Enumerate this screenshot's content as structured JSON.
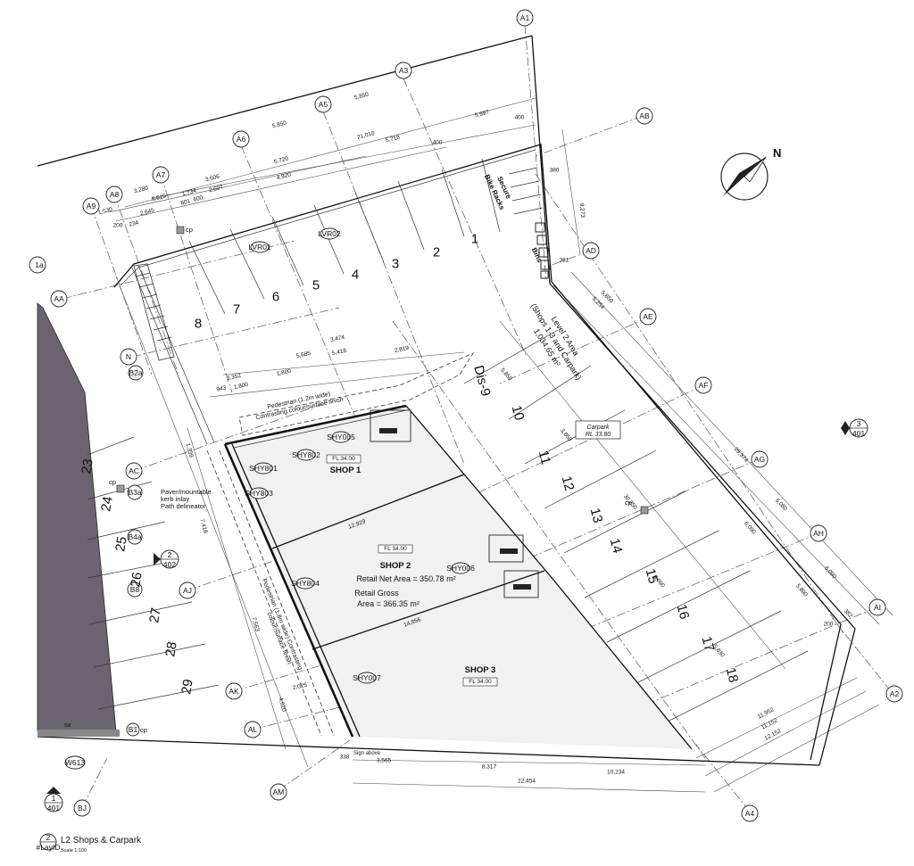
{
  "drawing": {
    "title": "L2 Shops & Carpark",
    "title_number": "2",
    "title_sheet": "#LayID",
    "scale": "Scale 1:100"
  },
  "grid_bubbles": [
    "A1",
    "A3",
    "A5",
    "A6",
    "A7",
    "A8",
    "A9",
    "1a",
    "AA",
    "N",
    "AC",
    "AJ",
    "AK",
    "AL",
    "AM",
    "BJ",
    "AB",
    "AD",
    "AE",
    "AF",
    "AG",
    "AH",
    "AI",
    "A2",
    "A4"
  ],
  "plan_tags": [
    "B2a",
    "B3a",
    "B4a",
    "B8",
    "B1",
    "cp",
    "cp",
    "cp",
    "cp",
    "W613"
  ],
  "section_markers": [
    {
      "number": "3",
      "sheet": "401"
    },
    {
      "number": "2",
      "sheet": "402"
    },
    {
      "number": "1",
      "sheet": "401"
    }
  ],
  "parking_bays": [
    "1",
    "2",
    "3",
    "4",
    "5",
    "6",
    "7",
    "8",
    "Dis-9",
    "10",
    "11",
    "12",
    "13",
    "14",
    "15",
    "16",
    "17",
    "18",
    "23",
    "24",
    "25",
    "26",
    "27",
    "28",
    "29"
  ],
  "shops": [
    {
      "name": "SHOP 1",
      "fl": "FL 34.00"
    },
    {
      "name": "SHOP 2",
      "fl": "FL 34.00"
    },
    {
      "name": "SHOP 3",
      "fl": "FL 34.00"
    }
  ],
  "areas": {
    "retail_net": "Retail Net Area = 350.78 m²",
    "retail_gross_1": "Retail Gross",
    "retail_gross_2": "Area = 366.35 m²",
    "level2_1": "Level 2 Area",
    "level2_2": "(Shops 1-3 and Carpark)",
    "level2_3": "1,034.65 m²"
  },
  "labels": {
    "carpark": "Carpark",
    "carpark_rl": "RL 33.80",
    "bike_1": "Secure",
    "bike_2": "Bike Racks",
    "bins": "Bins",
    "paver_1": "Paver/mountable",
    "paver_2": "kerb inlay",
    "paver_3": "Path delineator",
    "ped_top_1": "Pedestrian (1.2m wide)",
    "ped_top_2": "Contrasting colour/surface finish",
    "ped_left_1": "Pedestrian (1.8m wide) Contrasting",
    "ped_left_2": "colour/surface finish",
    "sign": "Sign above",
    "sill": "Sill",
    "north": "N"
  },
  "tag_codes": [
    "SHY801",
    "SHY802",
    "SHY803",
    "SHY804",
    "LVR01",
    "LVR02",
    "SHY005",
    "SHY006",
    "SHY007"
  ],
  "dimensions": [
    "5,850",
    "5,850",
    "21,010",
    "5,718",
    "5,997",
    "5,720",
    "4,920",
    "3,606",
    "2,607",
    "1,734",
    "801",
    "600",
    "3,280",
    "5,615",
    "2,645",
    "1,530",
    "234",
    "400",
    "200",
    "400",
    "3,474",
    "5,685",
    "5,418",
    "2,819",
    "3,352",
    "1,800",
    "1,800",
    "943",
    "2,025",
    "5,850",
    "3,850",
    "30,250",
    "6,090",
    "6,090",
    "5,890",
    "5,830",
    "12,929",
    "14,856",
    "1,339",
    "7,418",
    "7,663",
    "4,620",
    "338",
    "3,565",
    "8,317",
    "10,234",
    "22,454",
    "11,952",
    "11,152",
    "12,152",
    "9,273",
    "5,850",
    "5,254",
    "29,374",
    "6,080",
    "6,090",
    "200",
    "382",
    "381",
    "380"
  ]
}
